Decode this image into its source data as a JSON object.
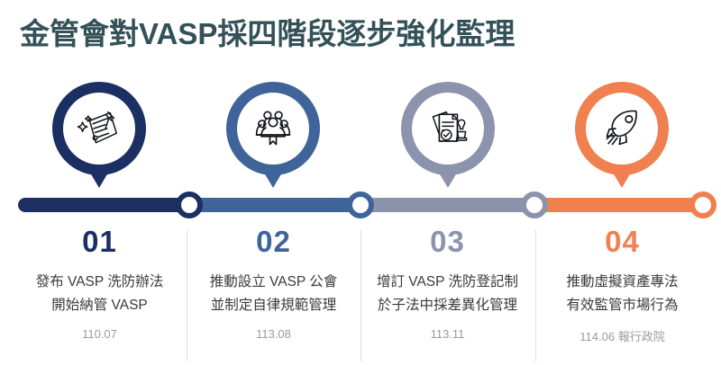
{
  "header": {
    "title": "金管會對VASP採四階段逐步強化監理",
    "title_color": "#335158"
  },
  "timeline": {
    "segment_colors": [
      "#1b2f63",
      "#3e6499",
      "#8b93ad",
      "#f08050"
    ],
    "stages": [
      {
        "number": "01",
        "icon": "document-gavel-icon",
        "color": "#1b2f63",
        "line1": "發布 VASP 洗防辦法",
        "line2": "開始納管 VASP",
        "date": "110.07"
      },
      {
        "number": "02",
        "icon": "people-group-icon",
        "color": "#3e6499",
        "line1": "推動設立 VASP 公會",
        "line2": "並制定自律規範管理",
        "date": "113.08"
      },
      {
        "number": "03",
        "icon": "documents-stamp-icon",
        "color": "#8b93ad",
        "line1": "增訂 VASP 洗防登記制",
        "line2": "於子法中採差異化管理",
        "date": "113.11"
      },
      {
        "number": "04",
        "icon": "rocket-icon",
        "color": "#f08050",
        "line1": "推動虛擬資產專法",
        "line2": "有效監管市場行為",
        "date": "114.06 報行政院"
      }
    ]
  }
}
